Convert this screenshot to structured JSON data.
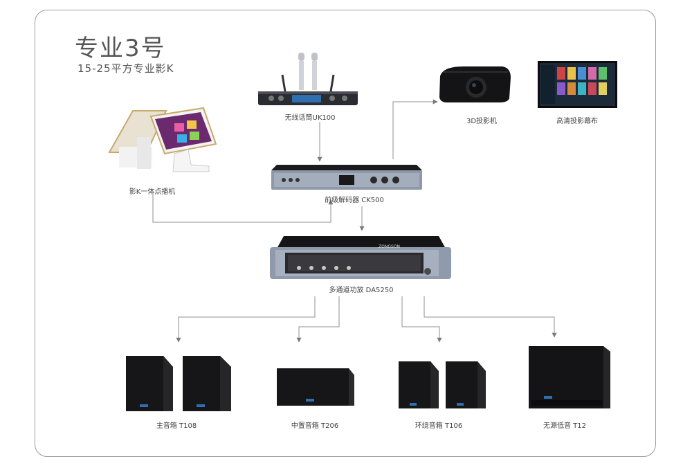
{
  "header": {
    "title": "专业3号",
    "subtitle": "15-25平方专业影K"
  },
  "devices": {
    "mic": "无线话筒UK100",
    "player": "影K一体点播机",
    "decoder": "前级解码器 CK500",
    "projector": "3D投影机",
    "screen": "高清投影幕布",
    "amplifier": "多通道功放 DA5250",
    "main_speaker": "主音箱 T108",
    "center_speaker": "中置音箱 T206",
    "surround_speaker": "环绕音箱 T106",
    "subwoofer": "无源低音 T12"
  },
  "brand": {
    "amp_logo": "ZONGSON"
  },
  "colors": {
    "line": "#8a8a8a",
    "device_dark": "#1c1c1e",
    "panel_silver": "#9aa3b1",
    "frame": "#9a9a9a"
  }
}
